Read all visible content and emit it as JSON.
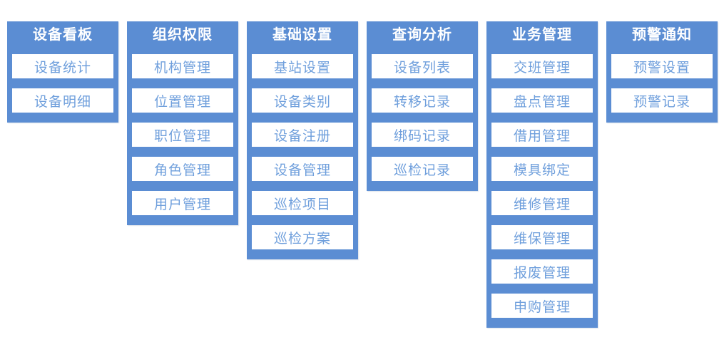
{
  "colors": {
    "column_blue": "#5b8dd3",
    "item_text": "#6f9fdc",
    "header_text": "#ffffff",
    "page_background": "#ffffff"
  },
  "diagram": {
    "description": "Function module menu diagram with six category columns"
  },
  "columns": [
    {
      "title": "设备看板",
      "items": [
        "设备统计",
        "设备明细"
      ]
    },
    {
      "title": "组织权限",
      "items": [
        "机构管理",
        "位置管理",
        "职位管理",
        "角色管理",
        "用户管理"
      ]
    },
    {
      "title": "基础设置",
      "items": [
        "基站设置",
        "设备类别",
        "设备注册",
        "设备管理",
        "巡检项目",
        "巡检方案"
      ]
    },
    {
      "title": "查询分析",
      "items": [
        "设备列表",
        "转移记录",
        "绑码记录",
        "巡检记录"
      ]
    },
    {
      "title": "业务管理",
      "items": [
        "交班管理",
        "盘点管理",
        "借用管理",
        "模具绑定",
        "维修管理",
        "维保管理",
        "报废管理",
        "申购管理"
      ]
    },
    {
      "title": "预警通知",
      "items": [
        "预警设置",
        "预警记录"
      ]
    }
  ]
}
